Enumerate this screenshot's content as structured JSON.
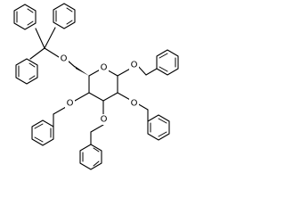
{
  "molecule": {
    "atoms": {
      "O_ring": "O",
      "O_trityl": "O",
      "O_anomeric": "O",
      "O_c2": "O",
      "O_c3": "O",
      "O_c4": "O"
    }
  }
}
